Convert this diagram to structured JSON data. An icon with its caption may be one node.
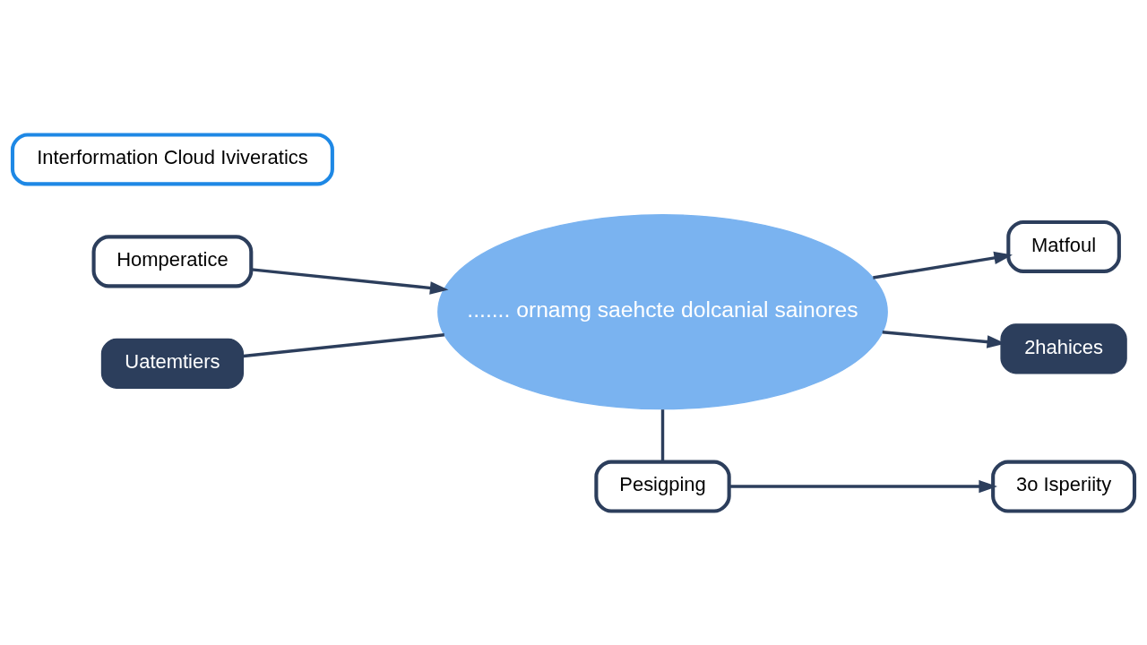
{
  "diagram": {
    "nodes": [
      {
        "text": [
          "Interformation Cloud Iviveratics"
        ]
      },
      {
        "text": [
          "Homperatice"
        ]
      },
      {
        "text": [
          "Uatemtiers"
        ]
      },
      {
        "text": [
          "....... ornamg saehcte dolcanial sainores"
        ]
      },
      {
        "text": [
          "Matfoul"
        ]
      },
      {
        "text": [
          "2hahices"
        ]
      },
      {
        "text": [
          "Pesigping"
        ]
      },
      {
        "text": [
          "3o Isperiity"
        ]
      }
    ],
    "edges": [
      {
        "from": 1,
        "to": 3,
        "arrow": "to"
      },
      {
        "from": 2,
        "to": 3,
        "arrow": "none"
      },
      {
        "from": 3,
        "to": 4,
        "arrow": "to"
      },
      {
        "from": 3,
        "to": 5,
        "arrow": "to"
      },
      {
        "from": 3,
        "to": 6,
        "arrow": "none"
      },
      {
        "from": 6,
        "to": 7,
        "arrow": "to"
      }
    ]
  }
}
